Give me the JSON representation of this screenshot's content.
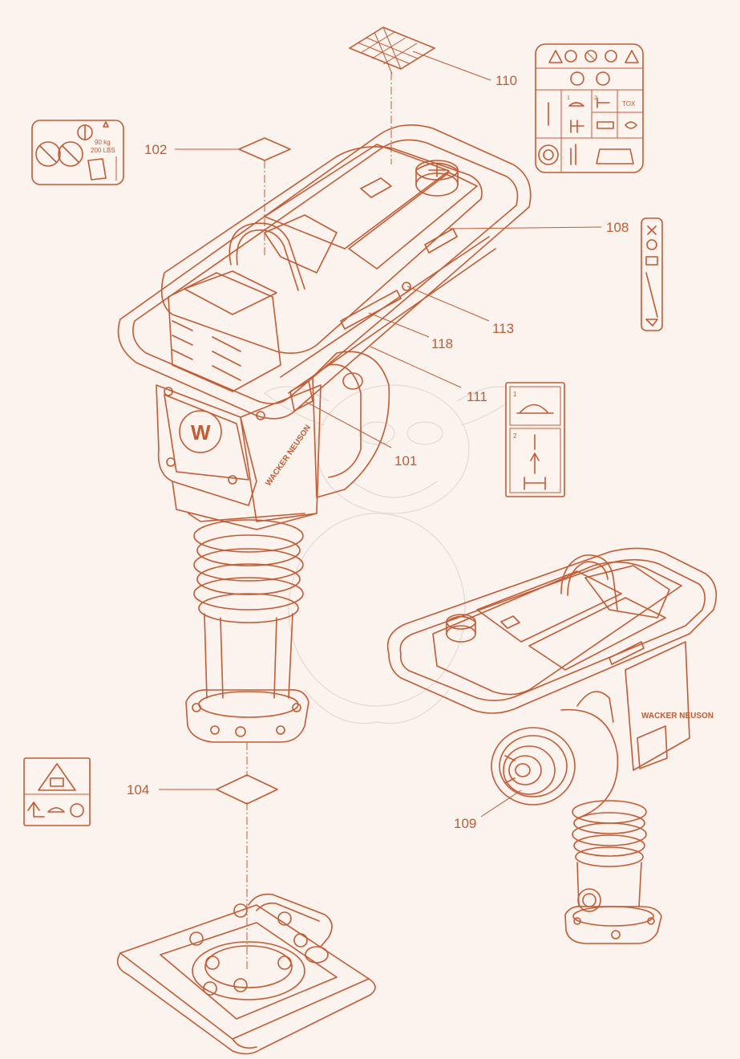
{
  "colors": {
    "line": "#c75a30",
    "background": "#faf3ee",
    "decal_fill": "#fbf4ef",
    "watermark": "#ece2db"
  },
  "callouts": [
    {
      "id": "c101",
      "label": "101"
    },
    {
      "id": "c102",
      "label": "102"
    },
    {
      "id": "c104",
      "label": "104"
    },
    {
      "id": "c108",
      "label": "108"
    },
    {
      "id": "c109",
      "label": "109"
    },
    {
      "id": "c110",
      "label": "110"
    },
    {
      "id": "c111",
      "label": "111"
    },
    {
      "id": "c113",
      "label": "113"
    },
    {
      "id": "c118",
      "label": "118"
    }
  ],
  "decal_text": {
    "weight": "90 kg",
    "weight_lbs": "200 LBS",
    "logo_letter": "W",
    "brand": "WACKER NEUSON",
    "tox": "TOX",
    "step1": "1",
    "step2": "2"
  },
  "icons": [
    "warning-triangle-icon",
    "ear-protection-icon",
    "no-lifting-icon",
    "turtle-icon",
    "arrow-up-icon",
    "throttle-icon",
    "engine-oil-icon"
  ]
}
